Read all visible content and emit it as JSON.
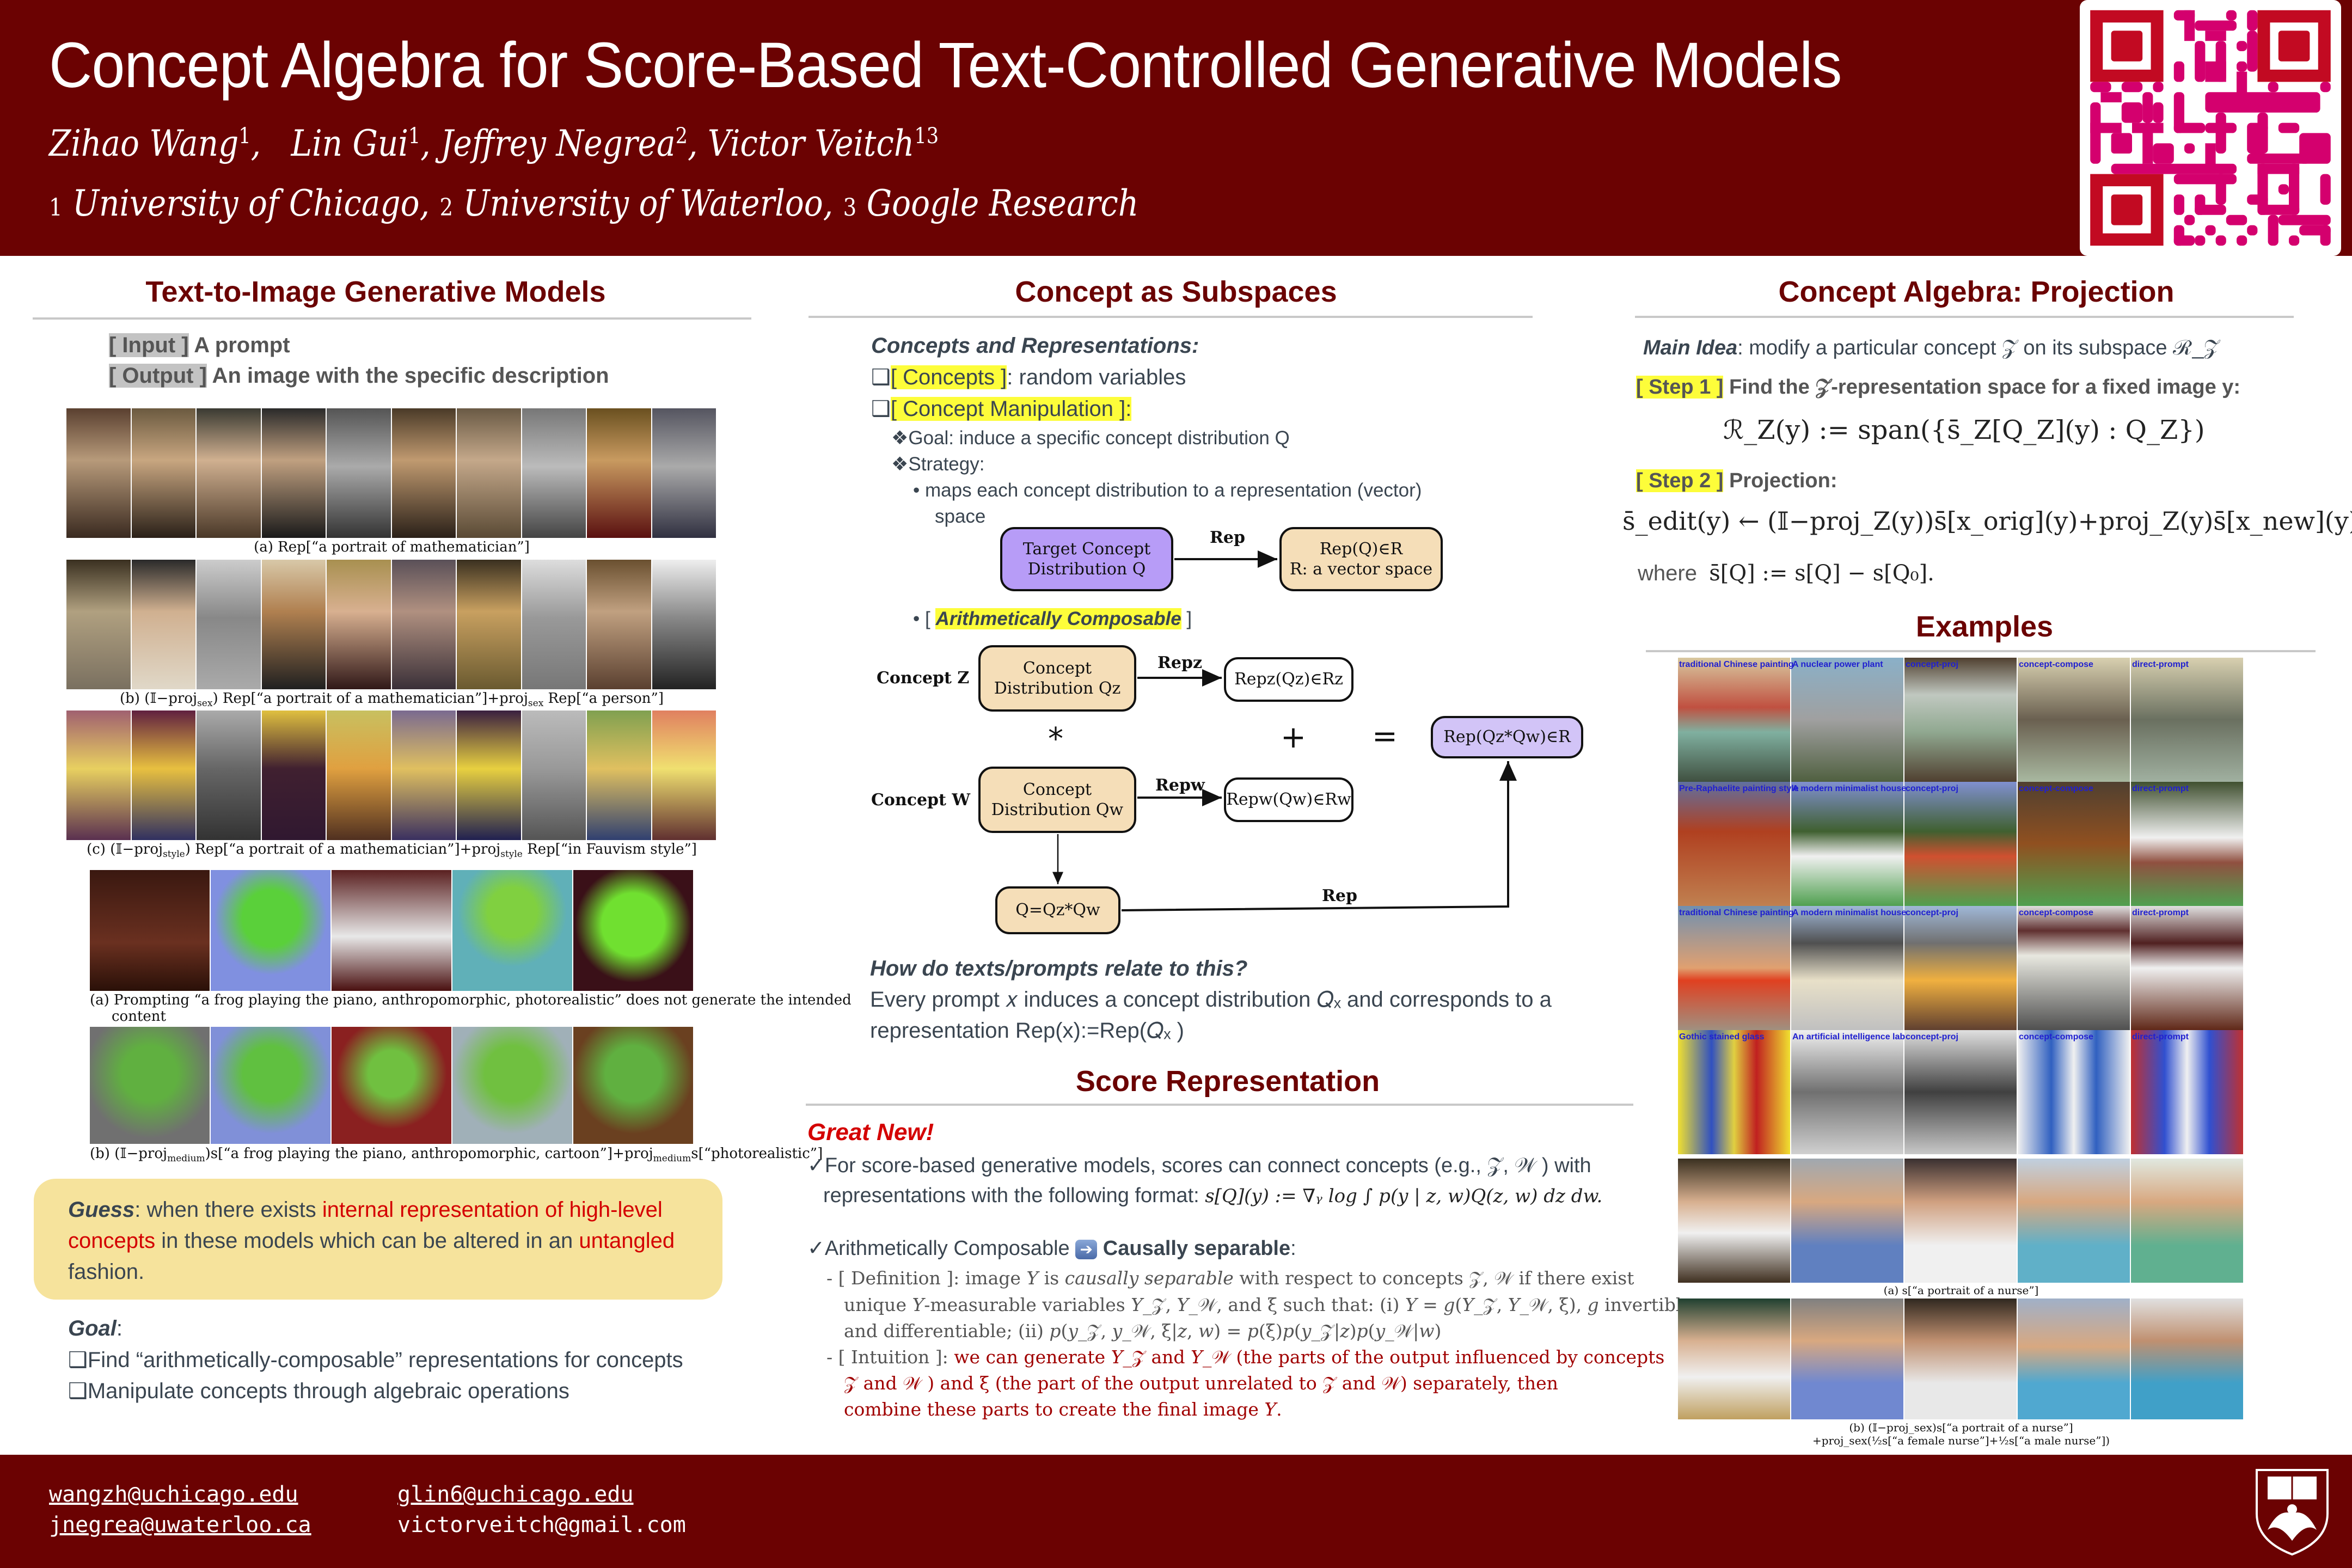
{
  "header": {
    "title": "Concept Algebra for Score-Based Text-Controlled Generative Models",
    "authors": [
      {
        "name": "Zihao Wang",
        "sup": "1"
      },
      {
        "name": "Lin Gui",
        "sup": "1"
      },
      {
        "name": "Jeffrey Negrea",
        "sup": "2"
      },
      {
        "name": "Victor Veitch",
        "sup": "13"
      }
    ],
    "affiliations": [
      {
        "num": "1",
        "name": "University of Chicago,"
      },
      {
        "num": "2",
        "name": "University of Waterloo,"
      },
      {
        "num": "3",
        "name": "Google Research"
      }
    ],
    "qr_icon": "qr-code-icon"
  },
  "left": {
    "title": "Text-to-Image Generative Models",
    "input_tag": "[ Input ]",
    "input_text": " A prompt",
    "output_tag": "[ Output ]",
    "output_text": " An image with the specific description",
    "fig_a_caption": "(a) Rep[“a portrait of mathematician”]",
    "fig_b_caption": "(b) (𝕀−proj",
    "fig_b_sub": "sex",
    "fig_b_rest": ") Rep[“a portrait of a mathematician”]+proj",
    "fig_b_sub2": "sex",
    "fig_b_end": " Rep[“a person”]",
    "fig_c_caption": "(c) (𝕀−proj",
    "fig_c_sub": "style",
    "fig_c_rest": ") Rep[“a portrait of a mathematician”]+proj",
    "fig_c_sub2": "style",
    "fig_c_end": " Rep[“in Fauvism style”]",
    "frog_a_caption": "(a) Prompting “a frog playing the piano, anthropomorphic, photorealistic” does not generate the intended",
    "frog_a_caption2": "content",
    "frog_b_caption": "(b) (𝕀−proj",
    "frog_b_sub": "medium",
    "frog_b_rest": ")s[“a frog playing the piano, anthropomorphic, cartoon”]+proj",
    "frog_b_sub2": "medium",
    "frog_b_end": "s[“photorealistic”]",
    "guess_label": "Guess",
    "guess_p1": ": when there exists ",
    "guess_red1": "internal representation of high-level",
    "guess_red2": "concepts",
    "guess_p2": " in these models which can be altered in an ",
    "guess_red3": "untangled",
    "guess_p3": "fashion.",
    "goal_label": "Goal",
    "goal_colon": ":",
    "goals": [
      "❑Find “arithmetically-composable” representations for concepts",
      "❑Manipulate concepts through algebraic operations"
    ]
  },
  "middle": {
    "title": "Concept as Subspaces",
    "subhead": "Concepts and Representations:",
    "concepts_tag": "[ Concepts ]",
    "concepts_text": ": random variables",
    "manip_tag": "[ Concept Manipulation ]:",
    "goal": "❖Goal: induce a specific concept distribution Q",
    "strategy": "❖Strategy:",
    "bullet1": "•  maps each concept distribution to a representation (vector)",
    "bullet1b": "space",
    "arith_bullet": "•  [ ",
    "arith_tag": "Arithmetically Composable",
    "arith_end": " ]",
    "diagram": {
      "target_box": [
        "Target Concept",
        "Distribution Q"
      ],
      "rep_label": "Rep",
      "rep_box": [
        "Rep(Q)∈R",
        "R: a vector space"
      ],
      "concept_z_label": "Concept Z",
      "z_box": [
        "Concept",
        "Distribution Qz"
      ],
      "repz_label": "Repz",
      "repz_box": "Repz(Qz)∈Rz",
      "star": "*",
      "plus": "+",
      "equals": "=",
      "result_box": "Rep(Qz*Qw)∈R",
      "concept_w_label": "Concept W",
      "w_box": [
        "Concept",
        "Distribution Qw"
      ],
      "repw_label": "Repw",
      "repw_box": "Repw(Qw)∈Rw",
      "q_box": "Q=Qz*Qw",
      "rep_bottom_label": "Rep"
    },
    "prompts_q": "How do texts/prompts relate to this?",
    "prompts_a1": "Every prompt 𝑥 induces a concept distribution 𝑄ₓ and corresponds to a",
    "prompts_a2": "representation Rep(x):=Rep(𝑄ₓ )",
    "score_title": "Score Representation",
    "great_new": "Great New!",
    "score_p1": "✓For score-based generative models, scores can connect concepts (e.g., 𝒵, 𝒲 ) with",
    "score_p2": "representations with the following format: ",
    "score_formula": "s[Q](y) := ∇ᵧ log ∫ p(y | z, w)Q(z, w) dz dw.",
    "arith_line_a": "✓Arithmetically Composable ",
    "arith_line_b": " Causally separable",
    "arith_line_c": ":",
    "def_line1": "-  [ Definition ]: image 𝑌 is ",
    "def_line1_it": "causally separable",
    "def_line1_end": " with respect to concepts 𝒵, 𝒲 if there exist",
    "def_line2": "unique 𝑌-measurable variables 𝑌_𝒵, 𝑌_𝒲, and ξ such that: (i) 𝑌 = 𝑔(𝑌_𝒵, 𝑌_𝒲, ξ), 𝑔 invertible",
    "def_line3": "and differentiable; (ii) 𝑝(𝑦_𝒵, 𝑦_𝒲, ξ|𝑧, 𝑤) = 𝑝(ξ)𝑝(𝑦_𝒵|𝑧)𝑝(𝑦_𝒲|𝑤)",
    "int_line1_a": "-   [ Intuition ]: ",
    "int_line1_b": "we can generate 𝑌_𝒵 and 𝑌_𝒲 (the parts of the output influenced by concepts",
    "int_line2": "𝒵 and 𝒲 ) and ξ (the part of the output unrelated to 𝒵 and 𝒲) separately, then",
    "int_line3": "combine these parts to create the final image 𝑌."
  },
  "right": {
    "title": "Concept Algebra: Projection",
    "main_idea_label": "Main Idea",
    "main_idea_text": ": modify a particular concept 𝒵 on its subspace ℛ_𝒵",
    "step1_tag": "[ Step 1 ]",
    "step1_text": " Find the 𝒵-representation space for a fixed image y:",
    "step1_formula": "ℛ_Z(y) := span({s̄_Z[Q_Z](y) : Q_Z})",
    "step2_tag": "[ Step 2 ]",
    "step2_text": " Projection:",
    "step2_formula": "s̄_edit(y) ← (𝕀−proj_Z(y))s̄[x_orig](y)+proj_Z(y)s̄[x_new](y).",
    "where_label": "where",
    "where_formula": "s̄[Q] := s[Q] − s[Q₀].",
    "examples_title": "Examples",
    "example_rows": [
      [
        "traditional Chinese painting",
        "A nuclear power plant",
        "concept-proj",
        "concept-compose",
        "direct-prompt"
      ],
      [
        "Pre-Raphaelite painting style",
        "A modern minimalist house",
        "concept-proj",
        "concept-compose",
        "direct-prompt"
      ],
      [
        "traditional Chinese painting",
        "A modern minimalist house",
        "concept-proj",
        "concept-compose",
        "direct-prompt"
      ],
      [
        "Gothic stained glass",
        "An artificial intelligence lab",
        "concept-proj",
        "concept-compose",
        "direct-prompt"
      ]
    ],
    "nurse_a_caption": "(a) s[“a portrait of a nurse”]",
    "nurse_b_caption1": "(b) (𝕀−proj_sex)s[“a portrait of a nurse”]",
    "nurse_b_caption2": "+proj_sex(½s[“a female nurse”]+½s[“a male nurse”])"
  },
  "footer": {
    "emails": [
      "wangzh@uchicago.edu",
      "glin6@uchicago.edu",
      "jnegrea@uwaterloo.ca",
      "victorveitch@gmail.com"
    ],
    "crest_icon": "university-crest-icon"
  },
  "colors": {
    "brand": "#6b0202",
    "highlight_yellow": "#fdfd3a",
    "guess_box": "#f6e39c",
    "accent_red": "#d40000",
    "qr_pink": "#d4006e",
    "qr_red": "#c20a22"
  }
}
